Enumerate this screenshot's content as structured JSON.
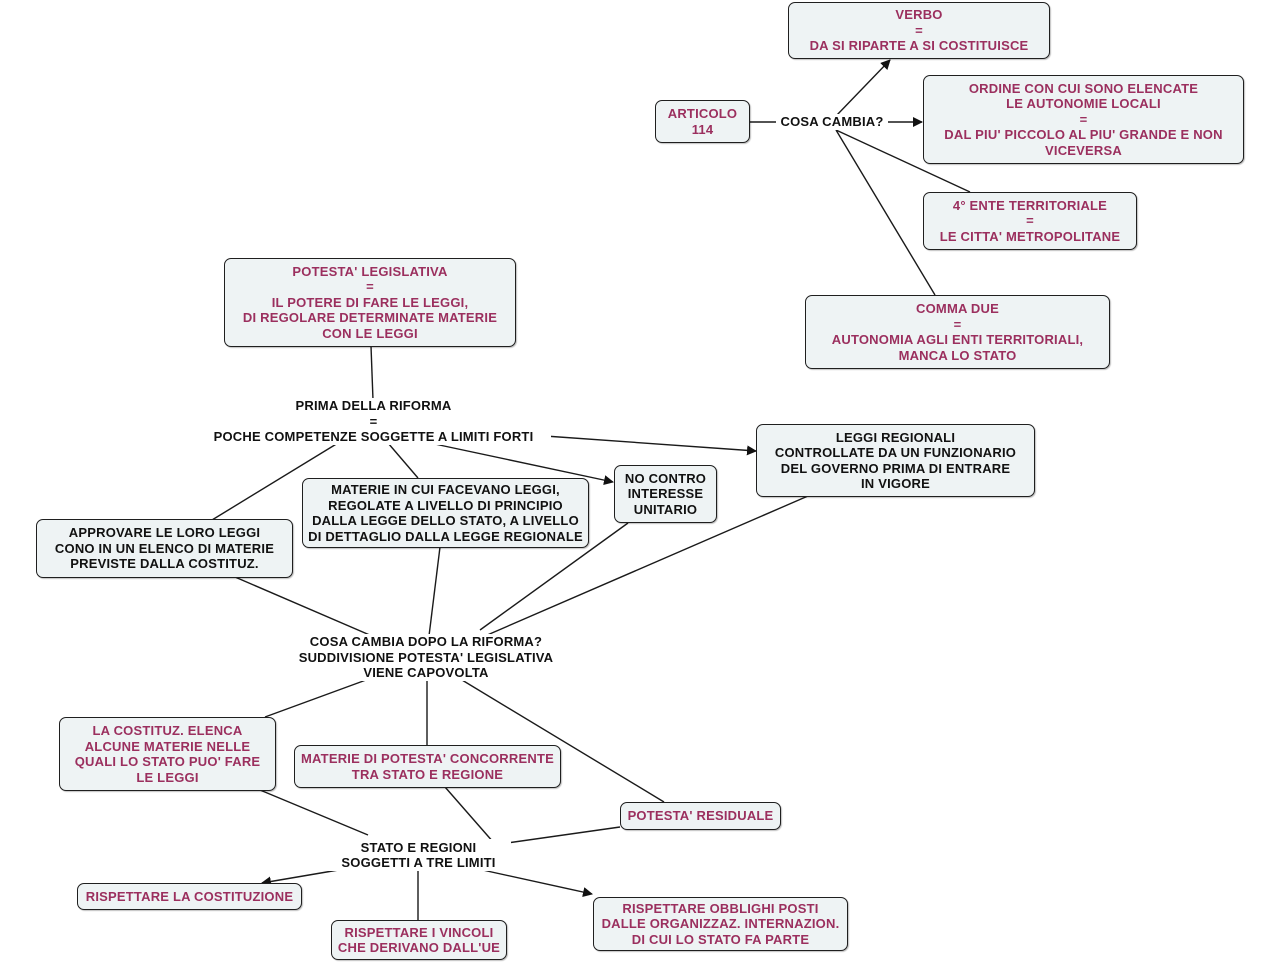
{
  "colors": {
    "pink_text": "#9b2f5e",
    "black_text": "#111111",
    "box_fill": "#eef3f4",
    "line": "#1a1a1a"
  },
  "nodes": {
    "articolo": "ARTICOLO\n114",
    "cosa_cambia": "COSA CAMBIA?",
    "verbo": "VERBO\n=\nDA SI RIPARTE A SI COSTITUISCE",
    "ordine": "ORDINE CON CUI SONO ELENCATE\nLE AUTONOMIE LOCALI\n=\nDAL PIU' PICCOLO AL PIU' GRANDE E NON\nVICEVERSA",
    "ente": "4° ENTE TERRITORIALE\n=\nLE CITTA' METROPOLITANE",
    "comma": "COMMA DUE\n=\nAUTONOMIA AGLI ENTI TERRITORIALI,\nMANCA LO STATO",
    "potesta_leg": "POTESTA' LEGISLATIVA\n=\nIL POTERE DI FARE LE LEGGI,\nDI REGOLARE DETERMINATE MATERIE\nCON LE LEGGI",
    "prima": "PRIMA DELLA RIFORMA\n=\nPOCHE COMPETENZE SOGGETTE A LIMITI FORTI",
    "leggi_reg": "LEGGI REGIONALI\nCONTROLLATE DA UN FUNZIONARIO\nDEL GOVERNO PRIMA DI ENTRARE\nIN VIGORE",
    "no_contro": "NO CONTRO\nINTERESSE\nUNITARIO",
    "materie_in_cui": "MATERIE IN CUI FACEVANO LEGGI,\nREGOLATE A LIVELLO DI PRINCIPIO\nDALLA LEGGE DELLO STATO, A LIVELLO\nDI DETTAGLIO DALLA LEGGE REGIONALE",
    "approvare": "APPROVARE LE LORO LEGGI\nCONO IN UN ELENCO DI MATERIE\nPREVISTE DALLA COSTITUZ.",
    "dopo": "COSA CAMBIA DOPO LA RIFORMA?\nSUDDIVISIONE POTESTA' LEGISLATIVA\nVIENE CAPOVOLTA",
    "costituz_elenca": "LA COSTITUZ. ELENCA\nALCUNE MATERIE NELLE\nQUALI LO STATO PUO' FARE\nLE LEGGI",
    "concorrente": "MATERIE DI POTESTA' CONCORRENTE\nTRA STATO E REGIONE",
    "residuale": "POTESTA' RESIDUALE",
    "stato_regioni": "STATO E REGIONI\nSOGGETTI A TRE LIMITI",
    "rispettare_cost": "RISPETTARE LA COSTITUZIONE",
    "rispettare_ue": "RISPETTARE I VINCOLI\nCHE DERIVANO DALL'UE",
    "rispettare_obb": "RISPETTARE OBBLIGHI POSTI\nDALLE ORGANIZZAZ. INTERNAZION.\nDI CUI LO STATO FA PARTE"
  }
}
